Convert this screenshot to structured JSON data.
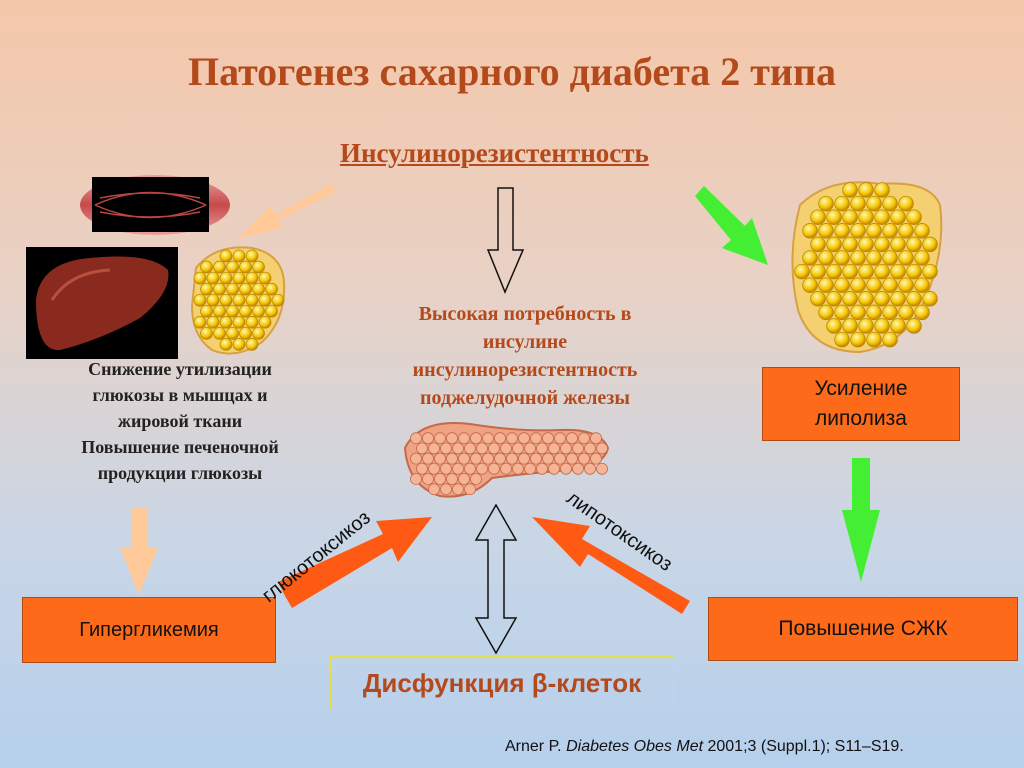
{
  "title": "Патогенез сахарного диабета 2 типа",
  "insulin_resistance": "Инсулинорезистентность",
  "center_text": [
    "Высокая потребность в",
    "инсулине",
    "инсулинорезистентность",
    "поджелудочной железы"
  ],
  "left_text": [
    "Снижение утилизации",
    "глюкозы в мышцах и",
    "жировой ткани",
    "Повышение печеночной",
    "продукции глюкозы"
  ],
  "boxes": {
    "hyperglycemia": "Гипергликемия",
    "lipolysis": [
      "Усиление",
      "липолиза"
    ],
    "ffa": "Повышение СЖК"
  },
  "beta_dysfunction": "Дисфункция β-клеток",
  "glucotoxicity": "глюкотоксикоз",
  "lipotoxicity": "липотоксикоз",
  "reference": {
    "author": "Arner P.",
    "journal": "Diabetes Obes Met",
    "rest": "2001;3 (Suppl.1); S11–S19."
  },
  "colors": {
    "title": "#b44a1c",
    "box": "#fd6a1a",
    "orange_arrow": "#ff5a14",
    "green_arrow": "#44ee33",
    "peach_arrow": "#ffc99a"
  },
  "icons": [
    "muscle-icon",
    "liver-icon",
    "adipose-tissue-icon",
    "pancreas-icon"
  ]
}
